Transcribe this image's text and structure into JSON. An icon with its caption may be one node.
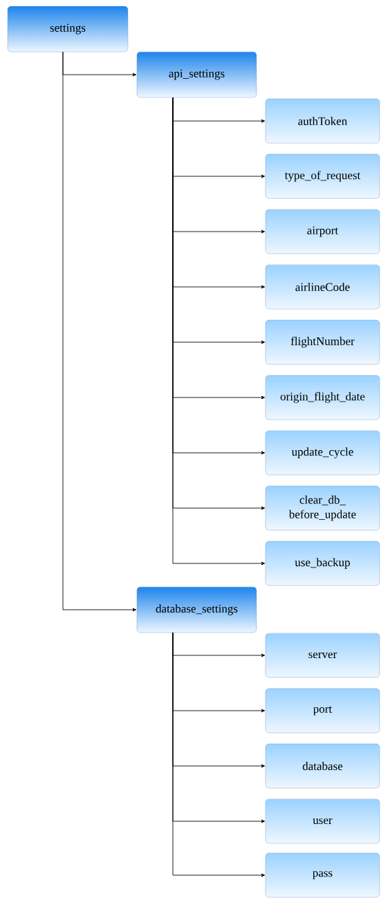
{
  "diagram": {
    "nodes": [
      {
        "text": [
          "settings"
        ]
      },
      {
        "text": [
          "api_settings"
        ]
      },
      {
        "text": [
          "authToken"
        ]
      },
      {
        "text": [
          "type_of_request"
        ]
      },
      {
        "text": [
          "airport"
        ]
      },
      {
        "text": [
          "airlineCode"
        ]
      },
      {
        "text": [
          "flightNumber"
        ]
      },
      {
        "text": [
          "origin_flight_date"
        ]
      },
      {
        "text": [
          "update_cycle"
        ]
      },
      {
        "text": [
          "clear_db_ before_update"
        ]
      },
      {
        "text": [
          "use_backup"
        ]
      },
      {
        "text": [
          "database_settings"
        ]
      },
      {
        "text": [
          "server"
        ]
      },
      {
        "text": [
          "port"
        ]
      },
      {
        "text": [
          "database"
        ]
      },
      {
        "text": [
          "user"
        ]
      },
      {
        "text": [
          "pass"
        ]
      }
    ],
    "edges": [
      {
        "from": 0,
        "to": 1,
        "arrow": "to"
      },
      {
        "from": 1,
        "to": 2,
        "arrow": "to"
      },
      {
        "from": 1,
        "to": 3,
        "arrow": "to"
      },
      {
        "from": 1,
        "to": 4,
        "arrow": "to"
      },
      {
        "from": 1,
        "to": 5,
        "arrow": "to"
      },
      {
        "from": 1,
        "to": 6,
        "arrow": "to"
      },
      {
        "from": 1,
        "to": 7,
        "arrow": "to"
      },
      {
        "from": 1,
        "to": 8,
        "arrow": "to"
      },
      {
        "from": 1,
        "to": 9,
        "arrow": "to"
      },
      {
        "from": 1,
        "to": 10,
        "arrow": "to"
      },
      {
        "from": 0,
        "to": 11,
        "arrow": "to"
      },
      {
        "from": 11,
        "to": 12,
        "arrow": "to"
      },
      {
        "from": 11,
        "to": 13,
        "arrow": "to"
      },
      {
        "from": 11,
        "to": 14,
        "arrow": "to"
      },
      {
        "from": 11,
        "to": 15,
        "arrow": "to"
      },
      {
        "from": 11,
        "to": 16,
        "arrow": "to"
      }
    ]
  }
}
